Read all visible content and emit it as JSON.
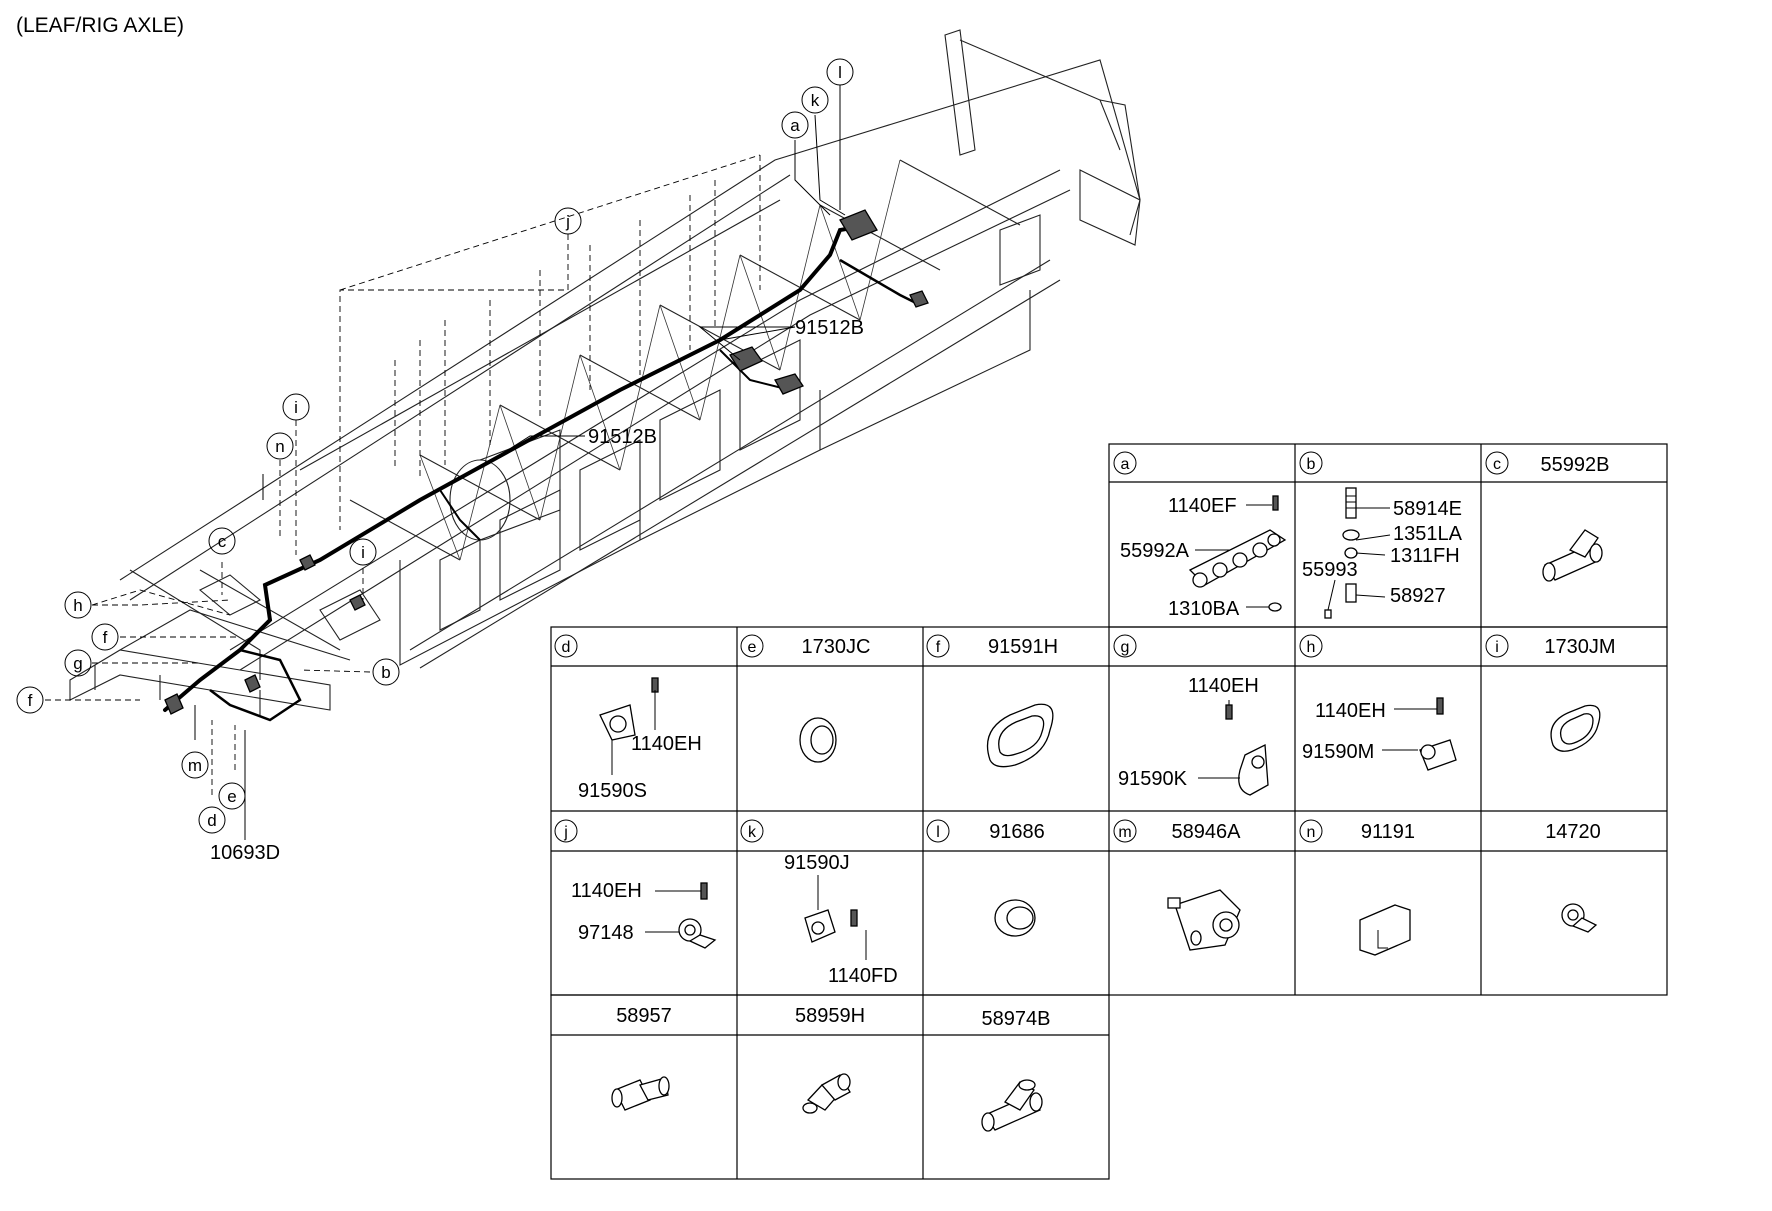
{
  "title": "(LEAF/RIG AXLE)",
  "diagram_callouts": {
    "letters": [
      "a",
      "k",
      "l",
      "j",
      "i",
      "n",
      "c",
      "h",
      "f",
      "g",
      "f",
      "b",
      "m",
      "d",
      "e",
      "i"
    ],
    "part_labels": {
      "harness_upper": "91512B",
      "harness_mid": "91512B",
      "main_harness": "10693D"
    }
  },
  "parts_table": {
    "cells": [
      {
        "letter": "a",
        "title": "",
        "labels": [
          "1140EF",
          "55992A",
          "1310BA"
        ]
      },
      {
        "letter": "b",
        "title": "",
        "labels": [
          "58914E",
          "1351LA",
          "1311FH",
          "55993",
          "58927"
        ]
      },
      {
        "letter": "c",
        "title": "55992B",
        "labels": []
      },
      {
        "letter": "d",
        "title": "",
        "labels": [
          "1140EH",
          "91590S"
        ]
      },
      {
        "letter": "e",
        "title": "1730JC",
        "labels": []
      },
      {
        "letter": "f",
        "title": "91591H",
        "labels": []
      },
      {
        "letter": "g",
        "title": "",
        "labels": [
          "1140EH",
          "91590K"
        ]
      },
      {
        "letter": "h",
        "title": "",
        "labels": [
          "1140EH",
          "91590M"
        ]
      },
      {
        "letter": "i",
        "title": "1730JM",
        "labels": []
      },
      {
        "letter": "j",
        "title": "",
        "labels": [
          "1140EH",
          "97148"
        ]
      },
      {
        "letter": "k",
        "title": "",
        "labels": [
          "91590J",
          "1140FD"
        ]
      },
      {
        "letter": "l",
        "title": "91686",
        "labels": []
      },
      {
        "letter": "m",
        "title": "58946A",
        "labels": []
      },
      {
        "letter": "n",
        "title": "91191",
        "labels": []
      },
      {
        "letter": "",
        "title": "14720",
        "labels": []
      },
      {
        "letter": "",
        "title": "58957",
        "labels": []
      },
      {
        "letter": "",
        "title": "58959H",
        "labels": []
      },
      {
        "letter": "",
        "title": "58974B",
        "labels": []
      }
    ]
  }
}
